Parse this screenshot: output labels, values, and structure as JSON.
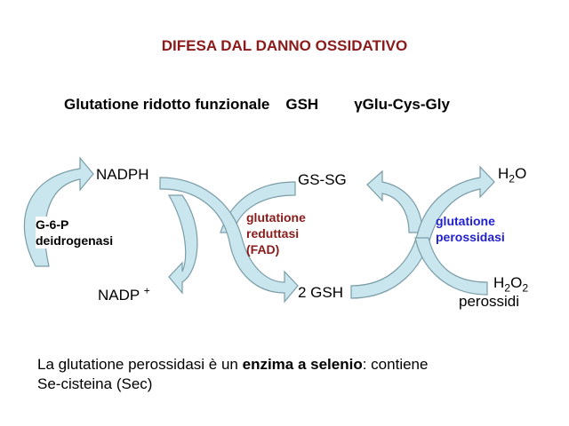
{
  "title": "DIFESA DAL DANNO OSSIDATIVO",
  "subtitle": {
    "part1": "Glutatione ridotto funzionale",
    "part2": "GSH",
    "part3": "γGlu-Cys-Gly"
  },
  "left_cycle": {
    "top": "NADPH",
    "bottom": "NADP",
    "bottom_sup": "+",
    "enzyme_line1": "G-6-P",
    "enzyme_line2": "deidrogenasi"
  },
  "middle_cycle": {
    "top": "GS-SG",
    "bottom": "2 GSH",
    "enzyme_line1": "glutatione",
    "enzyme_line2": "reduttasi",
    "enzyme_line3": "(FAD)",
    "enzyme_color": "#8b1a1a"
  },
  "right_cycle": {
    "top_pre": "H",
    "top_sub": "2",
    "top_post": "O",
    "bottom_pre": "H",
    "bottom_sub1": "2",
    "bottom_mid": "O",
    "bottom_sub2": "2",
    "bottom_extra": "perossidi",
    "enzyme_line1": "glutatione",
    "enzyme_line2": "perossidasi",
    "enzyme_color": "#1f1fd0"
  },
  "footer": {
    "part1": "La glutatione perossidasi è un ",
    "bold": "enzima a selenio",
    "part2": ": contiene",
    "line2": "Se-cisteina (Sec)"
  },
  "colors": {
    "arrow_fill": "#c9e6ef",
    "arrow_stroke": "#7a9ca6"
  }
}
